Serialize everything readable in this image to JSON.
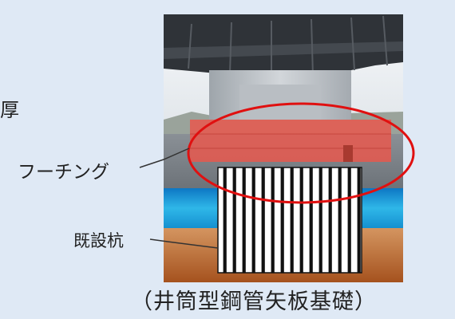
{
  "labels": {
    "side_char": "厚",
    "footing": "フーチング",
    "pile": "既設杭",
    "caption": "（井筒型鋼管矢板基礎）"
  },
  "colors": {
    "background": "#dfe9f5",
    "highlight_ellipse": "#e01010",
    "footing_overlay": "#e8584e",
    "water": "#1a9fd8",
    "soil": "#c77a3f",
    "pile_stripe": "#111111"
  }
}
